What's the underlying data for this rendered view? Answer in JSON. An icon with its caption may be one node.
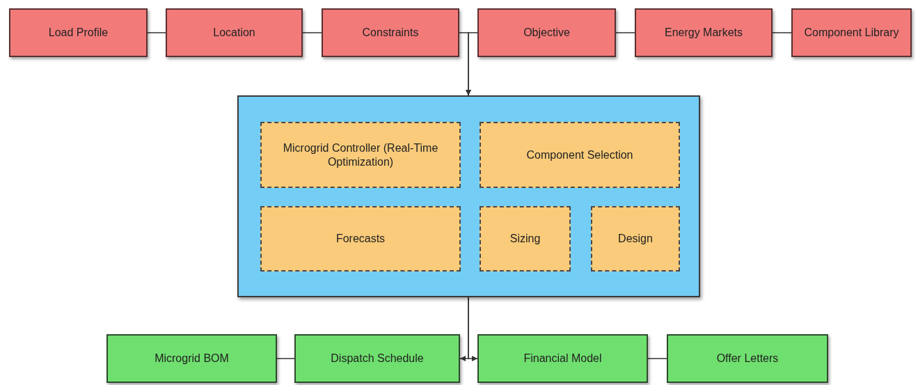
{
  "diagram": {
    "nodes": [
      {
        "text": [
          "Load Profile"
        ]
      },
      {
        "text": [
          "Location"
        ]
      },
      {
        "text": [
          "Constraints"
        ]
      },
      {
        "text": [
          "Objective"
        ]
      },
      {
        "text": [
          "Energy Markets"
        ]
      },
      {
        "text": [
          "Component Library"
        ]
      },
      {
        "text": [],
        "shape": "box"
      },
      {
        "text": [
          "Microgrid Controller (Real-Time Optimization)"
        ],
        "in": 6
      },
      {
        "text": [
          "Component Selection"
        ],
        "in": 6
      },
      {
        "text": [
          "Forecasts"
        ],
        "in": 6
      },
      {
        "text": [
          "Sizing"
        ],
        "in": 6
      },
      {
        "text": [
          "Design"
        ],
        "in": 6
      },
      {
        "text": [
          "Microgrid BOM"
        ]
      },
      {
        "text": [
          "Dispatch Schedule"
        ]
      },
      {
        "text": [
          "Financial Model"
        ]
      },
      {
        "text": [
          "Offer Letters"
        ]
      }
    ],
    "edges": [
      {
        "from": 0,
        "to": 1,
        "arrow": "none"
      },
      {
        "from": 1,
        "to": 2,
        "arrow": "none"
      },
      {
        "from": 3,
        "to": 4,
        "arrow": "none"
      },
      {
        "from": 4,
        "to": 5,
        "arrow": "none"
      },
      {
        "from": 2,
        "to": 6,
        "arrow": "to"
      },
      {
        "from": 3,
        "to": 6,
        "arrow": "to"
      },
      {
        "from": 12,
        "to": 13,
        "arrow": "none"
      },
      {
        "from": 14,
        "to": 15,
        "arrow": "none"
      },
      {
        "from": 6,
        "to": 13,
        "arrow": "to"
      },
      {
        "from": 6,
        "to": 14,
        "arrow": "to"
      }
    ]
  }
}
